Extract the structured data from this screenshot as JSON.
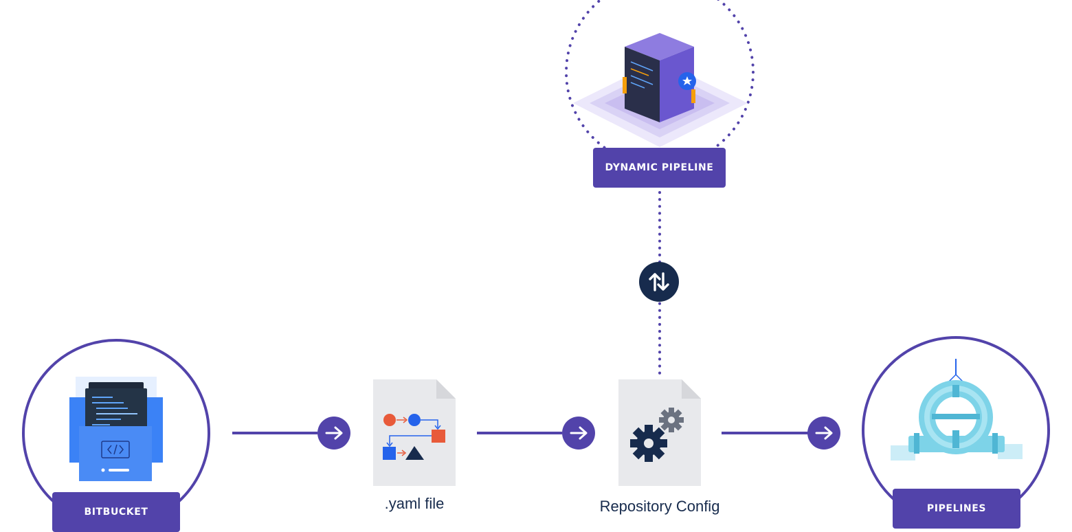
{
  "nodes": {
    "bitbucket": {
      "label": "BITBUCKET"
    },
    "yaml": {
      "label": ".yaml file"
    },
    "repo_config": {
      "label": "Repository Config"
    },
    "pipelines": {
      "label": "PIPELINES"
    },
    "dynamic": {
      "label": "DYNAMIC PIPELINE"
    }
  },
  "colors": {
    "accent": "#5243AA",
    "dark": "#172B4D",
    "doc": "#E8E9EC",
    "blue": "#2563EB",
    "red": "#E85A3A",
    "pipe": "#7DD3E8"
  },
  "icons": {
    "flow_arrow": "arrow-right-icon",
    "sync": "arrows-up-down-icon",
    "gears": "gear-icon"
  }
}
